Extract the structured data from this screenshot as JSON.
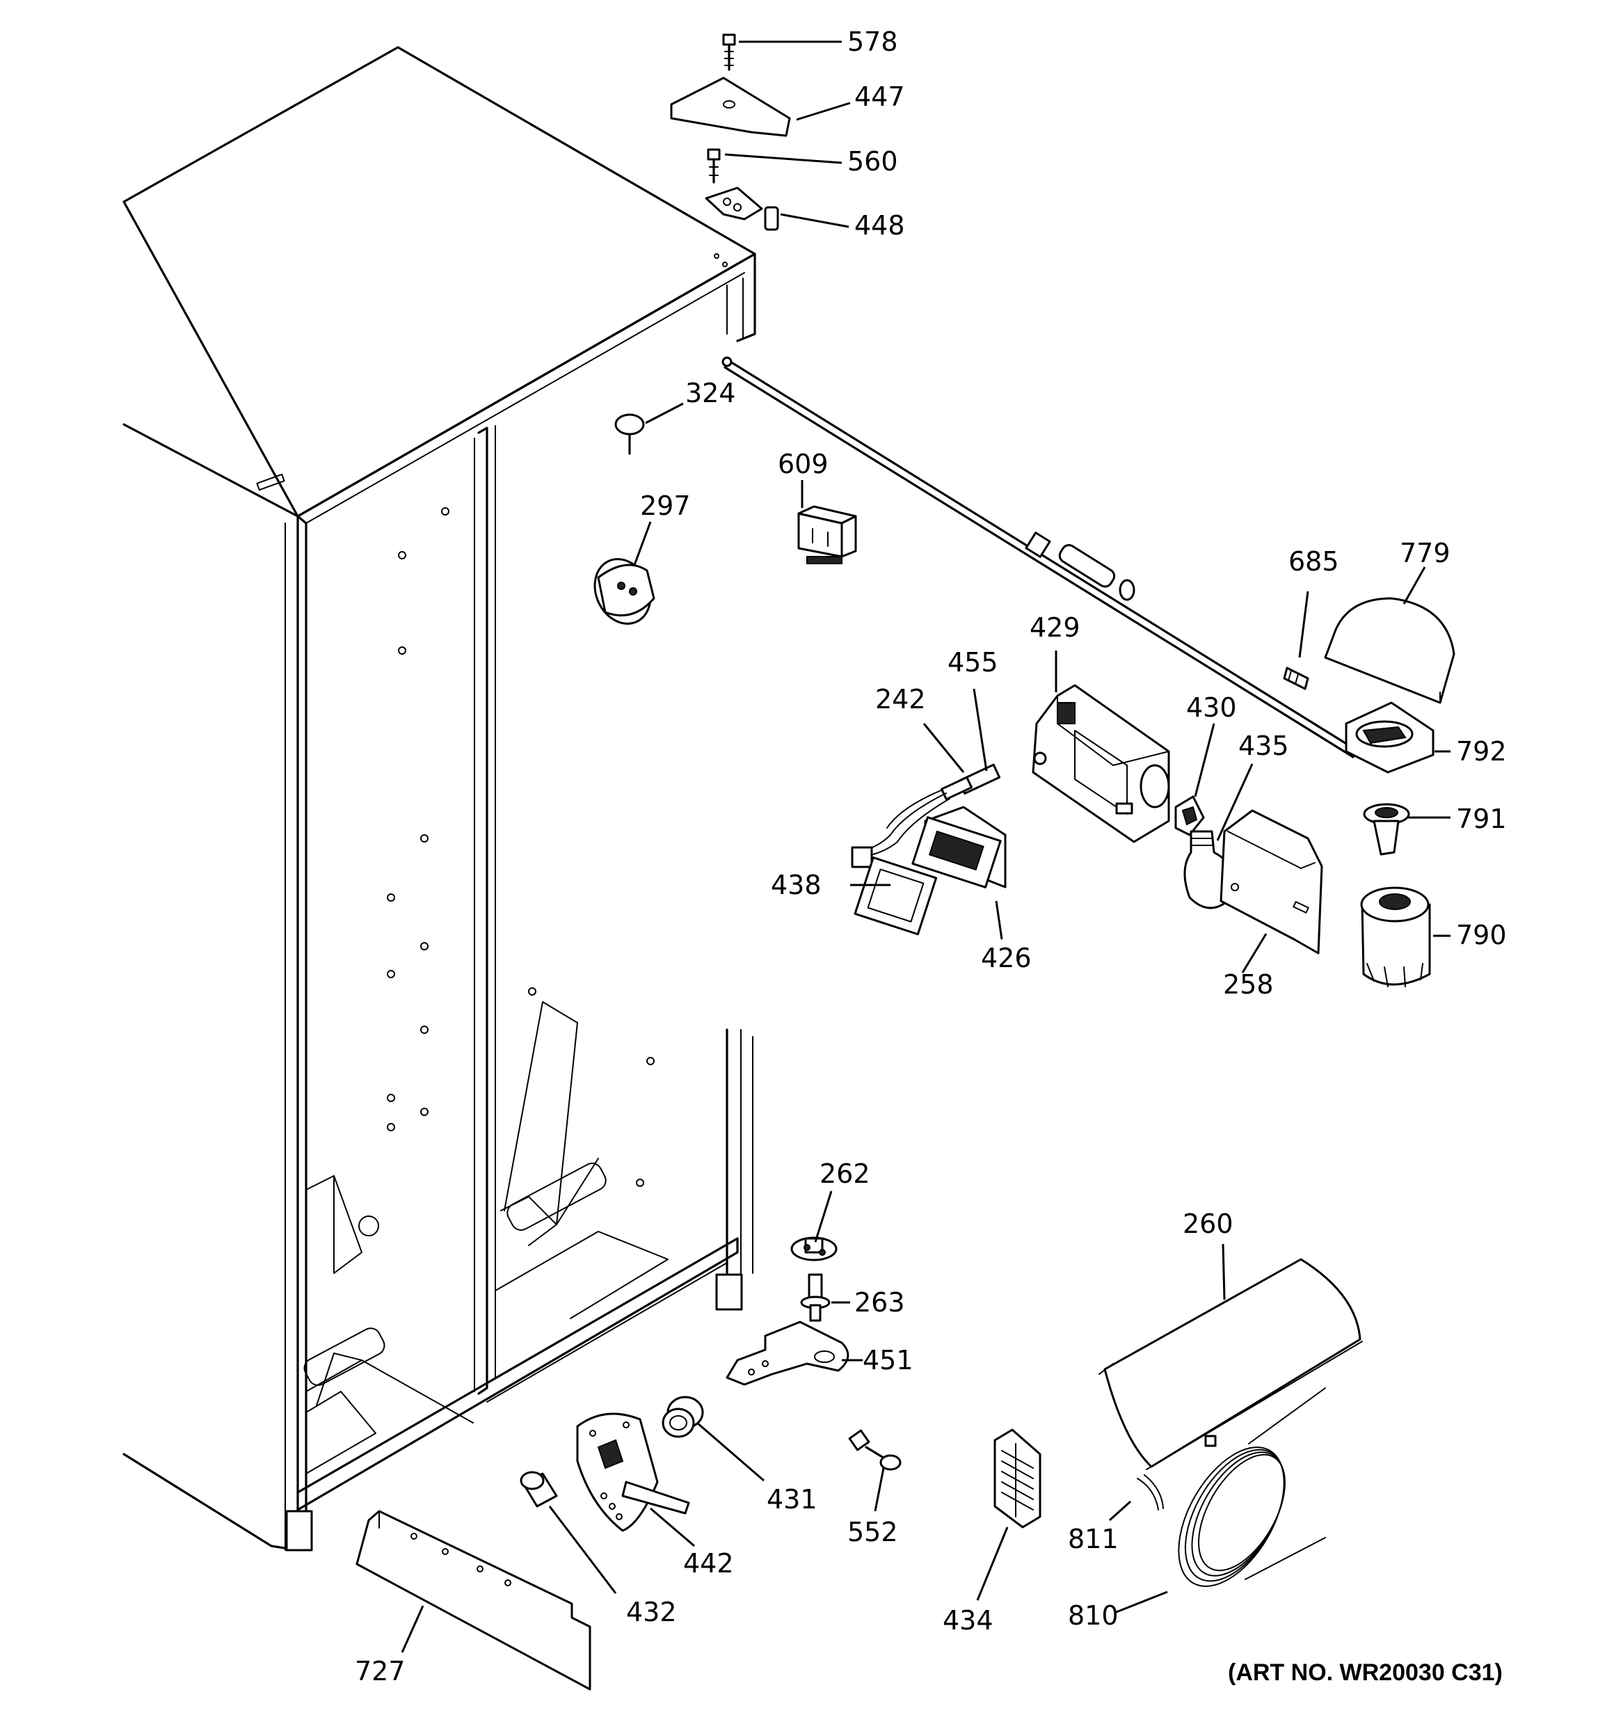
{
  "art_number": "(ART NO. WR20030 C31)",
  "callouts": {
    "c578": "578",
    "c447": "447",
    "c560": "560",
    "c448": "448",
    "c324": "324",
    "c609": "609",
    "c297": "297",
    "c685": "685",
    "c779": "779",
    "c429": "429",
    "c455": "455",
    "c242": "242",
    "c430": "430",
    "c435": "435",
    "c792": "792",
    "c791": "791",
    "c790": "790",
    "c438": "438",
    "c426": "426",
    "c258": "258",
    "c262": "262",
    "c263": "263",
    "c451": "451",
    "c431": "431",
    "c442": "442",
    "c432": "432",
    "c552": "552",
    "c434": "434",
    "c260": "260",
    "c811": "811",
    "c810": "810",
    "c727": "727"
  }
}
